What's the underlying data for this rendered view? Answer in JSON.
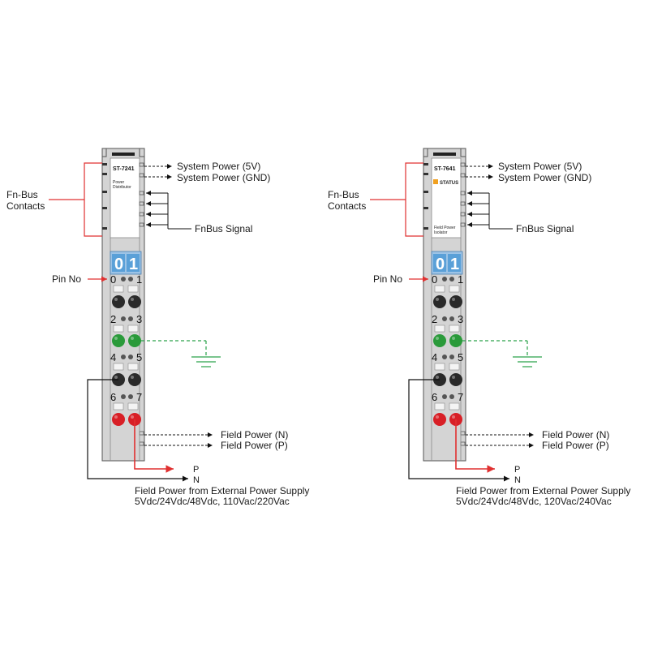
{
  "modules": [
    {
      "model": "ST-7241",
      "name_line1": "Power",
      "name_line2": "Distributor",
      "status_label": "",
      "display_digits": [
        "0",
        "1"
      ],
      "pin_numbers": [
        "0",
        "1",
        "2",
        "3",
        "4",
        "5",
        "6",
        "7"
      ],
      "labels": {
        "fnbus_contacts_line1": "Fn-Bus",
        "fnbus_contacts_line2": "Contacts",
        "system_power_5v": "System Power (5V)",
        "system_power_gnd": "System Power (GND)",
        "fnbus_signal": "FnBus Signal",
        "pin_no": "Pin No",
        "field_power_n": "Field Power (N)",
        "field_power_p": "Field Power (P)",
        "p": "P",
        "n": "N",
        "external_supply": "Field Power from External Power Supply",
        "voltages": "5Vdc/24Vdc/48Vdc, 110Vac/220Vac"
      }
    },
    {
      "model": "ST-7641",
      "name_line1": "Field Power",
      "name_line2": "Isolator",
      "status_label": "STATUS",
      "display_digits": [
        "0",
        "1"
      ],
      "pin_numbers": [
        "0",
        "1",
        "2",
        "3",
        "4",
        "5",
        "6",
        "7"
      ],
      "labels": {
        "fnbus_contacts_line1": "Fn-Bus",
        "fnbus_contacts_line2": "Contacts",
        "system_power_5v": "System Power (5V)",
        "system_power_gnd": "System Power (GND)",
        "fnbus_signal": "FnBus Signal",
        "pin_no": "Pin No",
        "field_power_n": "Field Power (N)",
        "field_power_p": "Field Power (P)",
        "p": "P",
        "n": "N",
        "external_supply": "Field Power from External Power Supply",
        "voltages": "5Vdc/24Vdc/48Vdc, 120Vac/240Vac"
      }
    }
  ],
  "colors": {
    "callout_red": "#e03030",
    "ground_green": "#2aa24a",
    "terminal_black": "#2a2a2a",
    "terminal_green": "#2a9a3a",
    "terminal_red": "#d81f26",
    "display_blue": "#5aa0d8",
    "module_body": "#d4d4d4",
    "status_orange": "#f0a020"
  }
}
